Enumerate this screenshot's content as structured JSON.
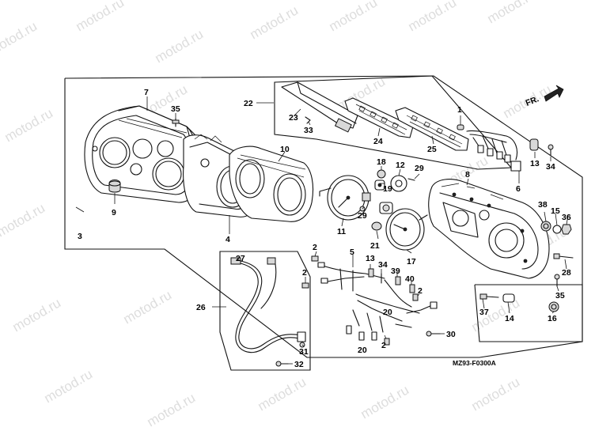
{
  "watermark": "motod.ru",
  "direction_label": "FR.",
  "diagram_code": "MZ93-F0300A",
  "callouts": [
    {
      "n": "1"
    },
    {
      "n": "2"
    },
    {
      "n": "2"
    },
    {
      "n": "2"
    },
    {
      "n": "2"
    },
    {
      "n": "3"
    },
    {
      "n": "4"
    },
    {
      "n": "5"
    },
    {
      "n": "6"
    },
    {
      "n": "7"
    },
    {
      "n": "8"
    },
    {
      "n": "9"
    },
    {
      "n": "10"
    },
    {
      "n": "11"
    },
    {
      "n": "12"
    },
    {
      "n": "13"
    },
    {
      "n": "13"
    },
    {
      "n": "14"
    },
    {
      "n": "15"
    },
    {
      "n": "16"
    },
    {
      "n": "17"
    },
    {
      "n": "18"
    },
    {
      "n": "19"
    },
    {
      "n": "20"
    },
    {
      "n": "20"
    },
    {
      "n": "21"
    },
    {
      "n": "22"
    },
    {
      "n": "23"
    },
    {
      "n": "24"
    },
    {
      "n": "25"
    },
    {
      "n": "26"
    },
    {
      "n": "27"
    },
    {
      "n": "28"
    },
    {
      "n": "29"
    },
    {
      "n": "29"
    },
    {
      "n": "30"
    },
    {
      "n": "31"
    },
    {
      "n": "32"
    },
    {
      "n": "33"
    },
    {
      "n": "34"
    },
    {
      "n": "34"
    },
    {
      "n": "35"
    },
    {
      "n": "35"
    },
    {
      "n": "36"
    },
    {
      "n": "37"
    },
    {
      "n": "38"
    },
    {
      "n": "39"
    },
    {
      "n": "40"
    }
  ]
}
